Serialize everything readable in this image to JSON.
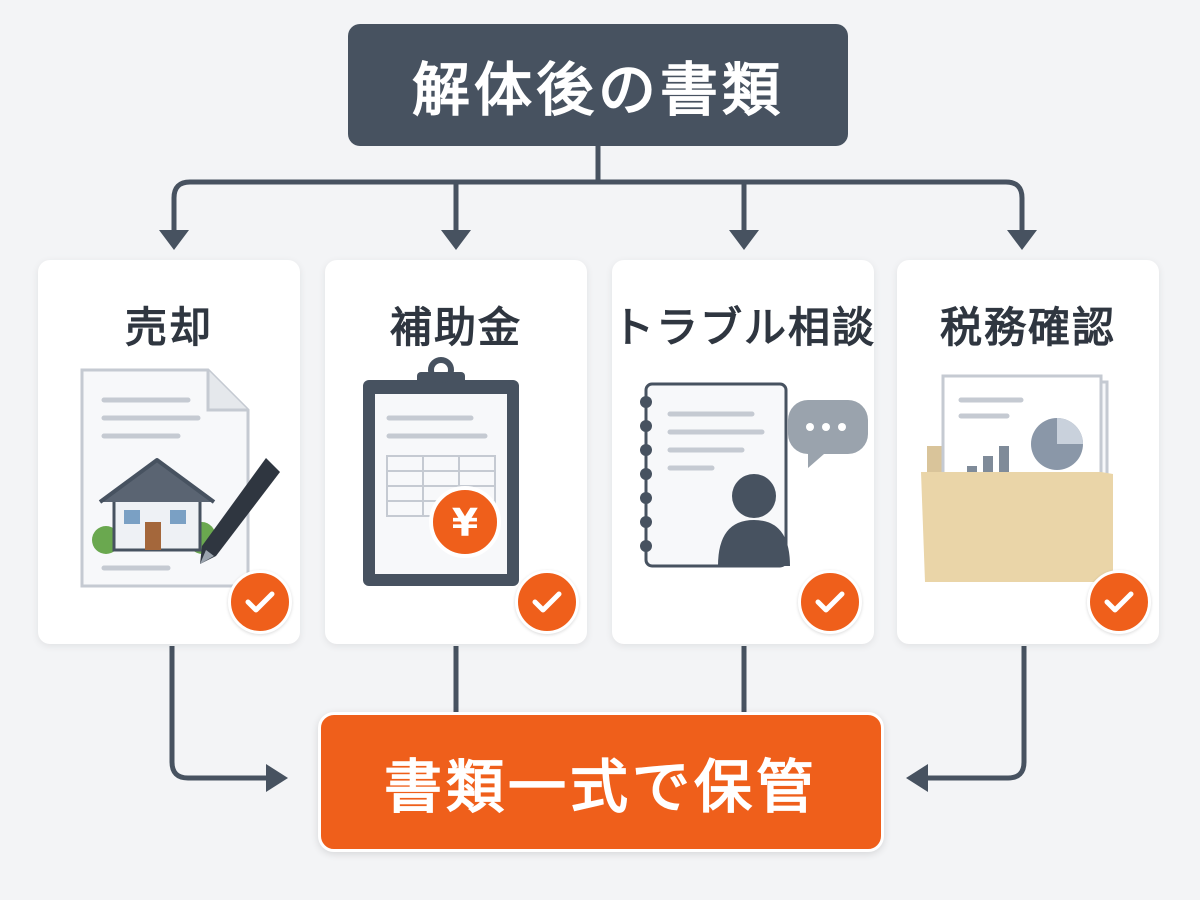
{
  "title": "解体後の書類",
  "cards": [
    {
      "label": "売却",
      "icon": "house-contract-icon"
    },
    {
      "label": "補助金",
      "icon": "clipboard-yen-icon"
    },
    {
      "label": "トラブル相談",
      "icon": "consultation-notebook-icon"
    },
    {
      "label": "税務確認",
      "icon": "tax-folder-chart-icon"
    }
  ],
  "result": "書類一式で保管",
  "colors": {
    "title_bg": "#475260",
    "accent": "#ef5f1b",
    "connector": "#475260",
    "background": "#f3f4f6"
  }
}
